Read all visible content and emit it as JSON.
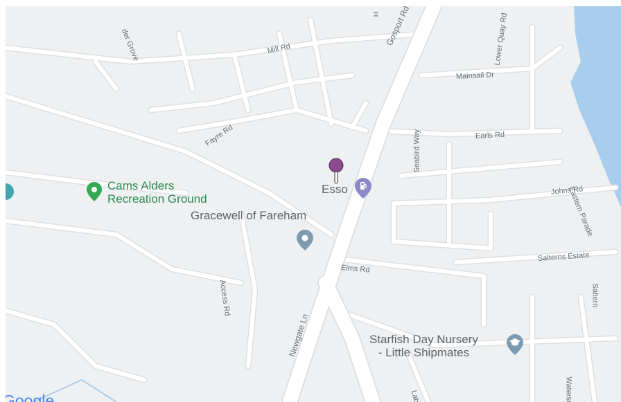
{
  "colors": {
    "land": "#eef0f1",
    "road": "#ffffff",
    "road_edge": "#dde0e2",
    "water": "#a9cdec",
    "poi_green": "#2e8b4e",
    "poi_grey": "#7d9bb0",
    "fuel": "#8e88c9",
    "pin": "#8a4a8e"
  },
  "streets": {
    "gosport_rd": "Gosport Rd",
    "mill_rd": "Mill Rd",
    "mainsail_dr": "Mainsail Dr",
    "lower_quay_rd": "Lower Quay Rd",
    "fayre_rd": "Fayre Rd",
    "earls_rd": "Earls Rd",
    "seabird_way": "Seabird Way",
    "eastern_parade": "Eastern Parade",
    "johns_rd": "Johns Rd",
    "access_rd": "Access Rd",
    "elms_rd": "Elms Rd",
    "salterns_estate": "Salterns Estate",
    "salterns_partial": "Saltern",
    "newgate_ln": "Newgate Ln",
    "laburnum_partial": "Labur",
    "watersmeet_partial": "Watersmeet",
    "grove_partial": "der Grove",
    "h_partial": "H"
  },
  "places": {
    "cams_alders_line1": "Cams Alders",
    "cams_alders_line2": "Recreation Ground",
    "gracewell": "Gracewell of Fareham",
    "esso": "Esso",
    "starfish_line1": "Starfish Day Nursery",
    "starfish_line2": "- Little Shipmates"
  },
  "icons": {
    "park": "park-pin-icon",
    "fuel": "fuel-station-icon",
    "place": "place-pin-icon",
    "school": "school-icon",
    "dropped_pin": "dropped-pin-icon",
    "edge_poi": "edge-poi-icon"
  },
  "branding": {
    "logo": "Google"
  }
}
